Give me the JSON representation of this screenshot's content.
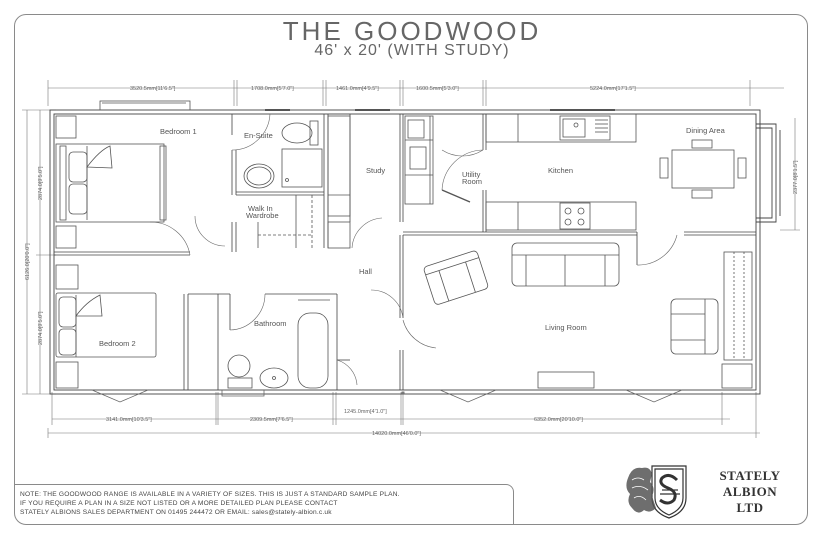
{
  "title": {
    "name": "THE GOODWOOD",
    "subtitle": "46' x 20' (WITH STUDY)"
  },
  "rooms": {
    "bedroom1": "Bedroom 1",
    "ensuite": "En-Suite",
    "walkin_line1": "Walk In",
    "walkin_line2": "Wardrobe",
    "study": "Study",
    "utility_line1": "Utility",
    "utility_line2": "Room",
    "kitchen": "Kitchen",
    "dining": "Dining Area",
    "hall": "Hall",
    "bedroom2": "Bedroom 2",
    "bathroom": "Bathroom",
    "living": "Living Room"
  },
  "dimensions": {
    "top": [
      "3520.5mm[11'6.5\"]",
      "1708.0mm[5'7.0\"]",
      "1461.0mm[4'9.5\"]",
      "1600.5mm[5'3.0\"]",
      "5224.0mm[17'1.5\"]"
    ],
    "bottom": [
      "3141.0mm[10'3.5\"]",
      "2309.5mm[7'6.5\"]",
      "1245.0mm[4'1.0\"]",
      "6352.0mm[20'10.0\"]"
    ],
    "overall_length": "14020.0mm[46'0.0\"]",
    "left_overall": "6126.0[20'0.0\"]",
    "left_upper": "2874.0[9'5.0\"]",
    "left_lower": "2874.0[9'5.0\"]",
    "right_bay": "2377.0[8'1.5\"]"
  },
  "note": {
    "line1": "NOTE: THE GOODWOOD RANGE IS AVAILABLE IN A VARIETY OF SIZES. THIS IS JUST A STANDARD SAMPLE PLAN.",
    "line2": "IF YOU REQUIRE A PLAN IN A SIZE NOT LISTED OR A MORE DETAILED PLAN PLEASE CONTACT",
    "line3": "STATELY ALBIONS SALES DEPARTMENT ON 01495 244472 OR EMAIL: sales@stately-albion.c.uk"
  },
  "company": {
    "line1": "STATELY",
    "line2": "ALBION",
    "line3": "LTD",
    "logo": "lion-shield-logo-icon"
  },
  "colors": {
    "line": "#555555",
    "frame": "#8a8a8a",
    "background": "#ffffff"
  }
}
